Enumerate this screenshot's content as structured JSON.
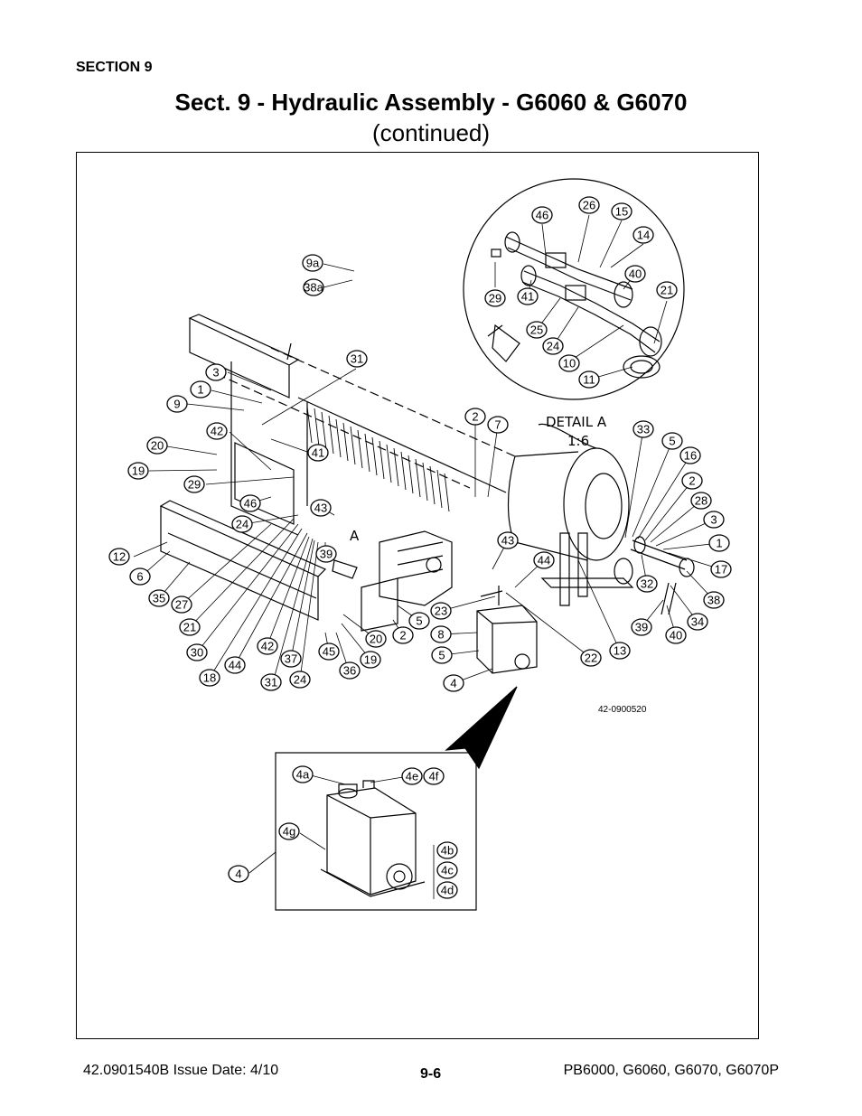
{
  "header": {
    "section": "SECTION 9",
    "title": "Sect. 9 - Hydraulic Assembly - G6060 & G6070",
    "subtitle": "(continued)"
  },
  "drawing": {
    "detail_label": "DETAIL A",
    "detail_scale": "1:6",
    "view_marker": "A",
    "drawing_number": "42-0900520"
  },
  "callouts": {
    "main": [
      "9a",
      "38a",
      "31",
      "3",
      "1",
      "9",
      "42",
      "20",
      "19",
      "29",
      "41",
      "46",
      "24",
      "43",
      "39",
      "12",
      "6",
      "35",
      "27",
      "21",
      "30",
      "18",
      "44",
      "42",
      "31",
      "37",
      "24",
      "45",
      "36",
      "19",
      "20",
      "2",
      "5",
      "2",
      "7",
      "43",
      "44",
      "23",
      "8",
      "5",
      "4",
      "22",
      "13",
      "33",
      "5",
      "16",
      "2",
      "28",
      "3",
      "1",
      "17",
      "32",
      "38",
      "34",
      "40",
      "39"
    ],
    "detail_a": [
      "46",
      "26",
      "15",
      "14",
      "40",
      "21",
      "29",
      "41",
      "25",
      "24",
      "10",
      "11"
    ],
    "inset": [
      "4a",
      "4e",
      "4f",
      "4g",
      "4",
      "4b",
      "4c",
      "4d"
    ]
  },
  "footer": {
    "doc": "42.0901540B  Issue Date: 4/10",
    "page": "9-6",
    "models": "PB6000, G6060, G6070, G6070P"
  }
}
